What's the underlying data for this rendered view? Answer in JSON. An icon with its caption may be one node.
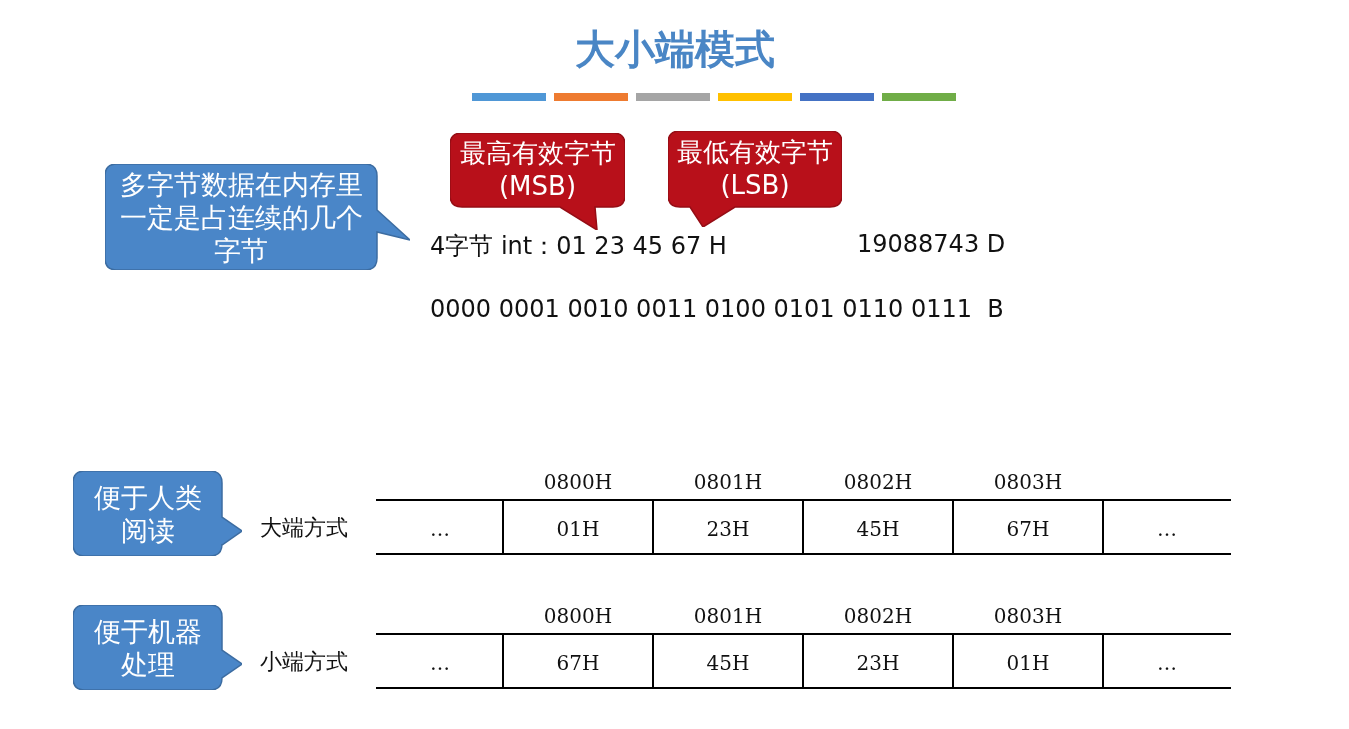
{
  "diagram": {
    "title": "大小端模式",
    "nodes": [
      {
        "text": [
          "多字节数据在内存里一定是占连续的几个字节"
        ]
      },
      {
        "text": [
          "最高有效字节(MSB)"
        ]
      },
      {
        "text": [
          "最低有效字节(LSB)"
        ]
      },
      {
        "text": [
          "便于人类阅读"
        ]
      },
      {
        "text": [
          "便于机器处理"
        ]
      }
    ],
    "edges": [],
    "labels": [
      "4字节 int：01 23 45 67 H",
      "19088743 D",
      "0000 0001 0010 0011 0100 0101 0110 0111  B",
      "大端方式",
      "0800H",
      "0801H",
      "0802H",
      "0803H",
      "…",
      "01H",
      "23H",
      "45H",
      "67H",
      "…",
      "小端方式",
      "0800H",
      "0801H",
      "0802H",
      "0803H",
      "…",
      "67H",
      "45H",
      "23H",
      "01H",
      "…"
    ]
  }
}
